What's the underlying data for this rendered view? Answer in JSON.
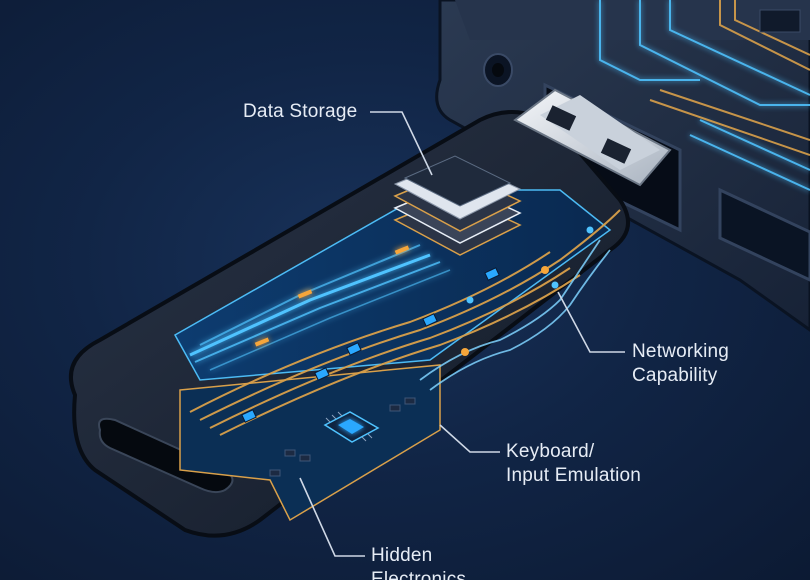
{
  "callouts": {
    "data_storage": {
      "lines": [
        "Data Storage"
      ]
    },
    "networking": {
      "lines": [
        "Networking",
        "Capability"
      ]
    },
    "keyboard": {
      "lines": [
        "Keyboard/",
        "Input Emulation"
      ]
    },
    "hidden": {
      "lines": [
        "Hidden",
        "Electronics"
      ]
    }
  },
  "colors": {
    "background": "#112546",
    "body_dark": "#1b2433",
    "cyan_glow": "#4fc3ff",
    "gold_trace": "#d9a04a",
    "chip_blue": "#2aa8ff",
    "label_text": "#e6ecf5",
    "leader_line": "#cfd8e6"
  },
  "icons": [
    "usb-plug-icon",
    "storage-chip-icon",
    "microcontroller-icon",
    "laptop-port-icon"
  ]
}
